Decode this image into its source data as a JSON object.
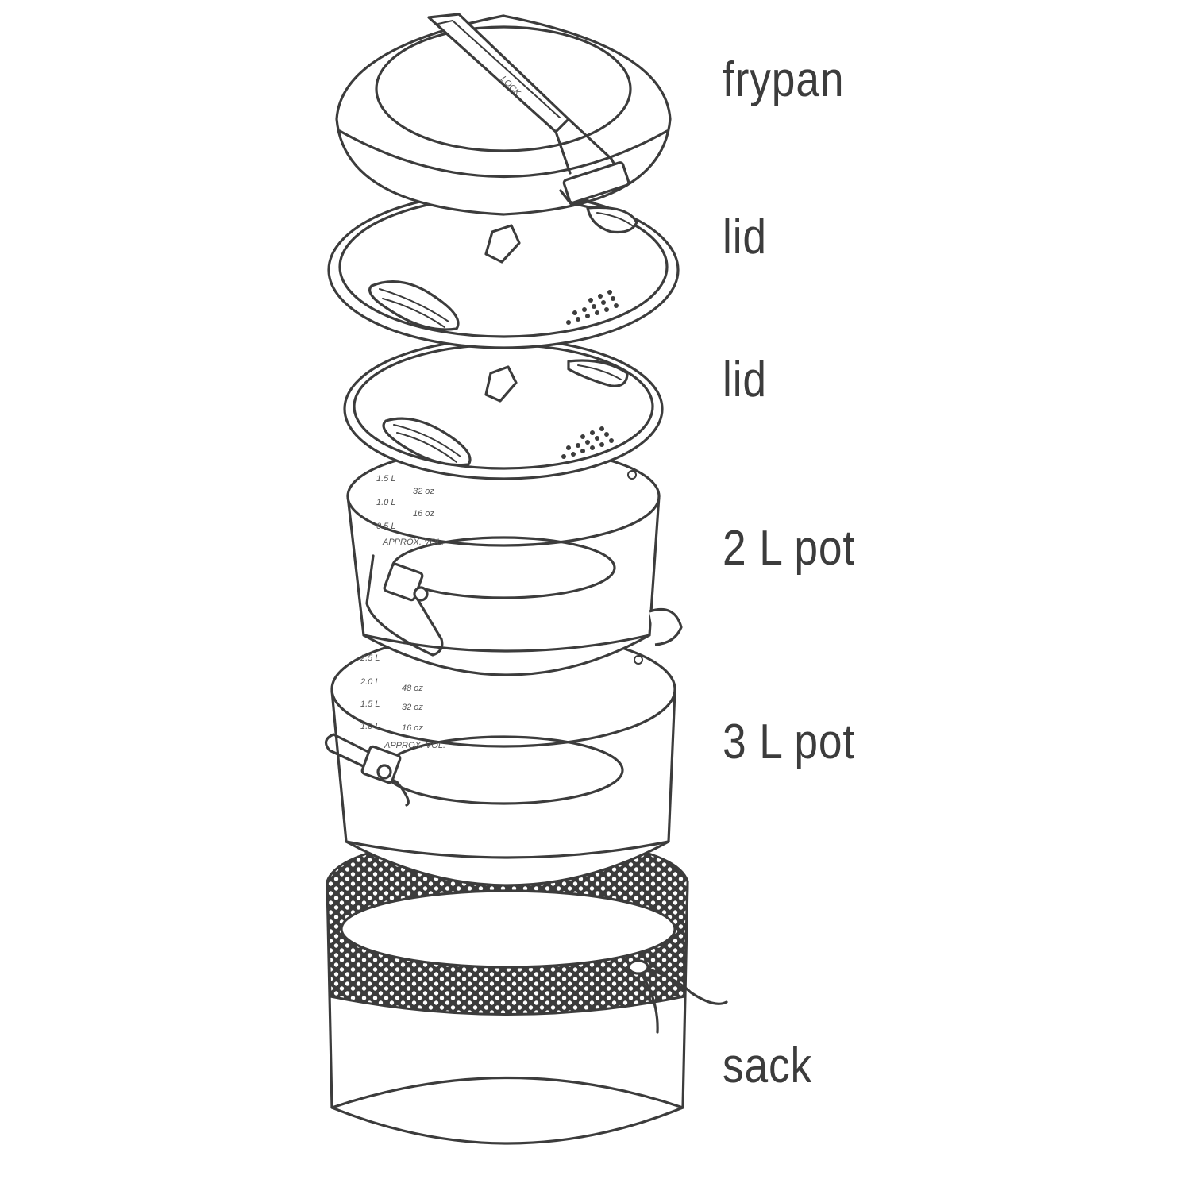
{
  "labels": {
    "frypan": "frypan",
    "lid_upper": "lid",
    "lid_lower": "lid",
    "pot_2l": "2 L pot",
    "pot_3l": "3 L pot",
    "sack": "sack"
  },
  "markings": {
    "pot_2l": [
      "1.5 L",
      "1.0 L",
      "32 oz",
      "0.5 L",
      "16 oz",
      "APPROX. VOL."
    ],
    "pot_3l": [
      "2.5 L",
      "2.0 L",
      "48 oz",
      "1.5 L",
      "1.0 L",
      "32 oz",
      "16 oz",
      "APPROX. VOL."
    ],
    "handle_lock": "LOCK"
  },
  "colors": {
    "line": "#3c3c3c",
    "background": "#ffffff"
  }
}
